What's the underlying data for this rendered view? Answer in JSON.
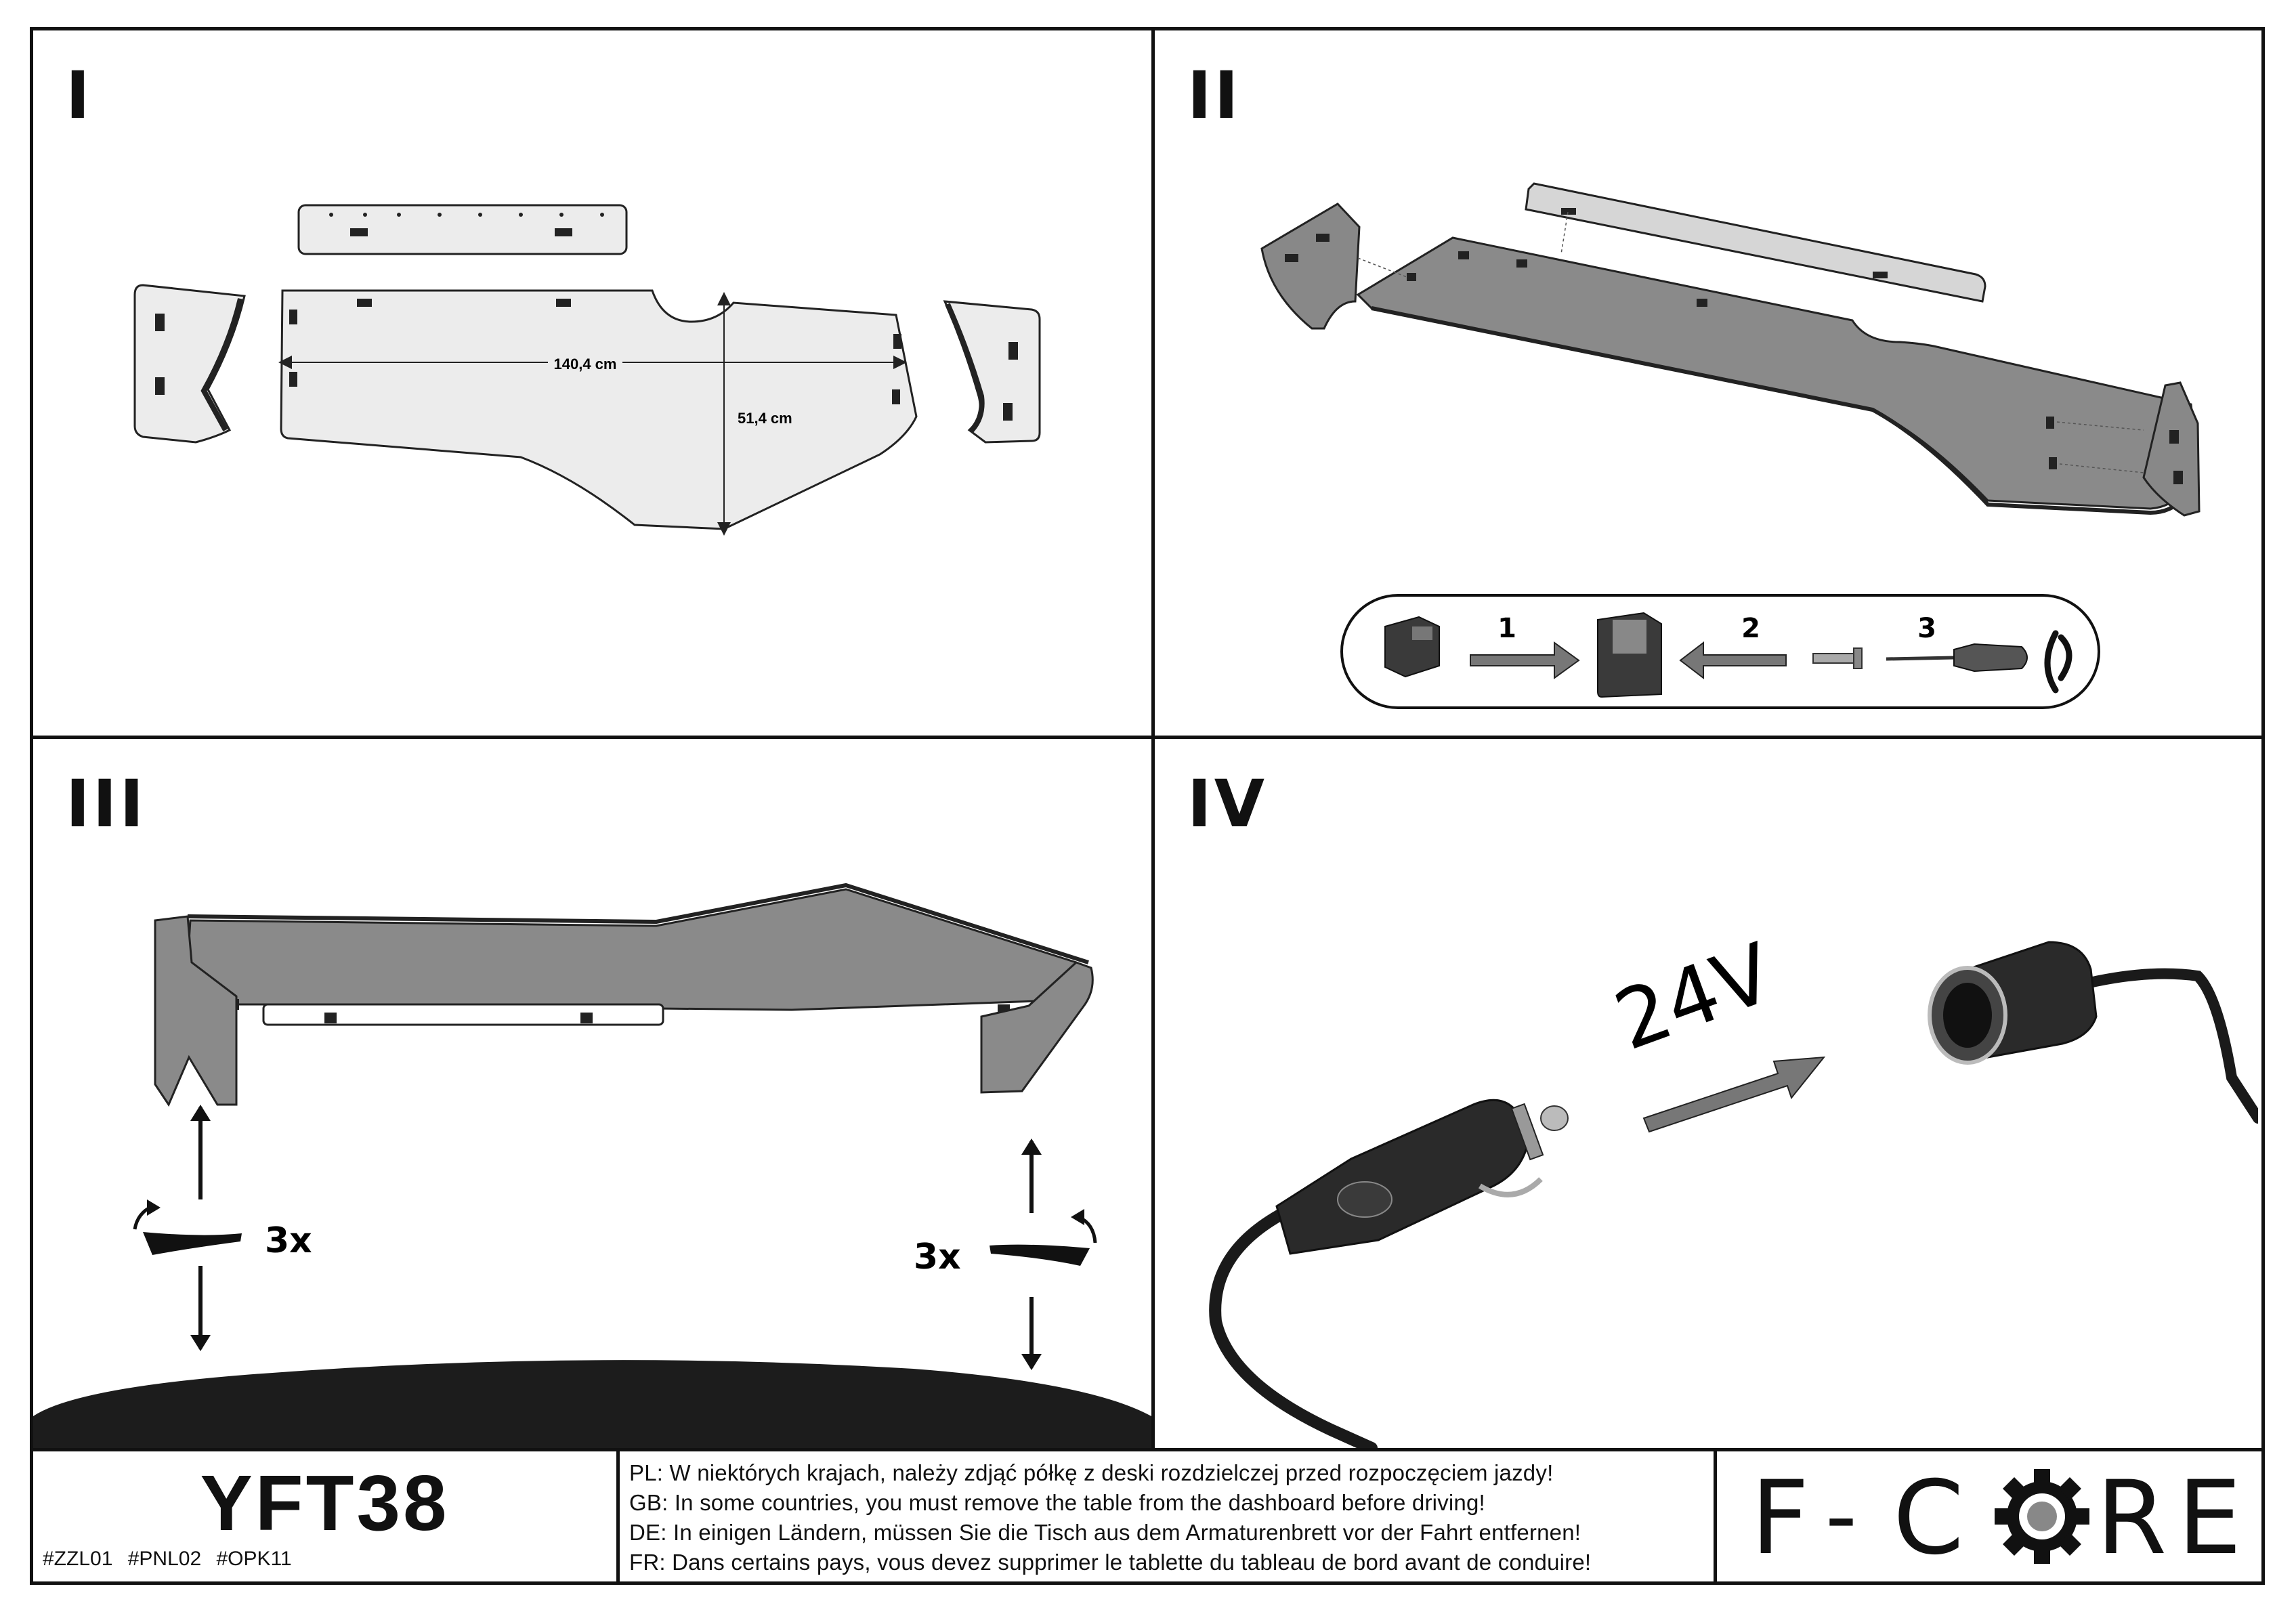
{
  "panels": [
    {
      "numeral": "I",
      "dim_width": "140,4 cm",
      "dim_height": "51,4 cm"
    },
    {
      "numeral": "II",
      "steps": [
        "1",
        "2",
        "3"
      ]
    },
    {
      "numeral": "III",
      "rotate_left": "3x",
      "rotate_right": "3x"
    },
    {
      "numeral": "IV",
      "voltage": "24V"
    }
  ],
  "footer": {
    "model": "YFT38",
    "tags": "#ZZL01   #PNL02   #OPK11",
    "warnings": [
      "PL: W niektórych krajach, należy zdjąć półkę z deski rozdzielczej przed rozpoczęciem jazdy!",
      "GB: In some countries, you must remove the table from the dashboard before driving!",
      "DE: In einigen Ländern, müssen Sie die Tisch aus dem Armaturenbrett vor der Fahrt entfernen!",
      "FR: Dans certains pays, vous devez supprimer le tablette du tableau de bord avant de conduire!"
    ],
    "logo_letters": [
      "F",
      "-",
      "C",
      "R",
      "E"
    ],
    "logo_icon": "gear-icon"
  }
}
